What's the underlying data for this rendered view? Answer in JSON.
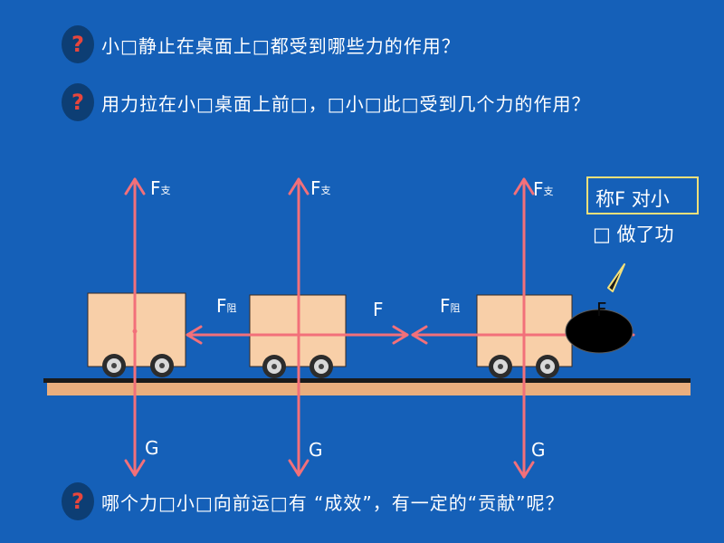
{
  "questions": [
    {
      "mark": "?",
      "text": "小□静止在桌面上□都受到哪些力的作用？"
    },
    {
      "mark": "?",
      "text": "用力拉在小□桌面上前□，□小□此□受到几个力的作用？"
    },
    {
      "mark": "?",
      "text": "哪个力□小□向前运□有 “成效”，有一定的“贡献”呢？"
    }
  ],
  "forces": {
    "support": {
      "main": "F",
      "sub": "支"
    },
    "resistance": {
      "main": "F",
      "sub": "阻"
    },
    "pull": "F",
    "gravity": "G",
    "hand_label": "F"
  },
  "note": {
    "line1": "称F 对小",
    "line2": "□ 做了功"
  },
  "colors": {
    "background": "#1560b8",
    "arrow": "#f2707a",
    "cart": "#f8cfa8",
    "ground": "#e9ae7e",
    "note_border": "#f3e07a"
  }
}
